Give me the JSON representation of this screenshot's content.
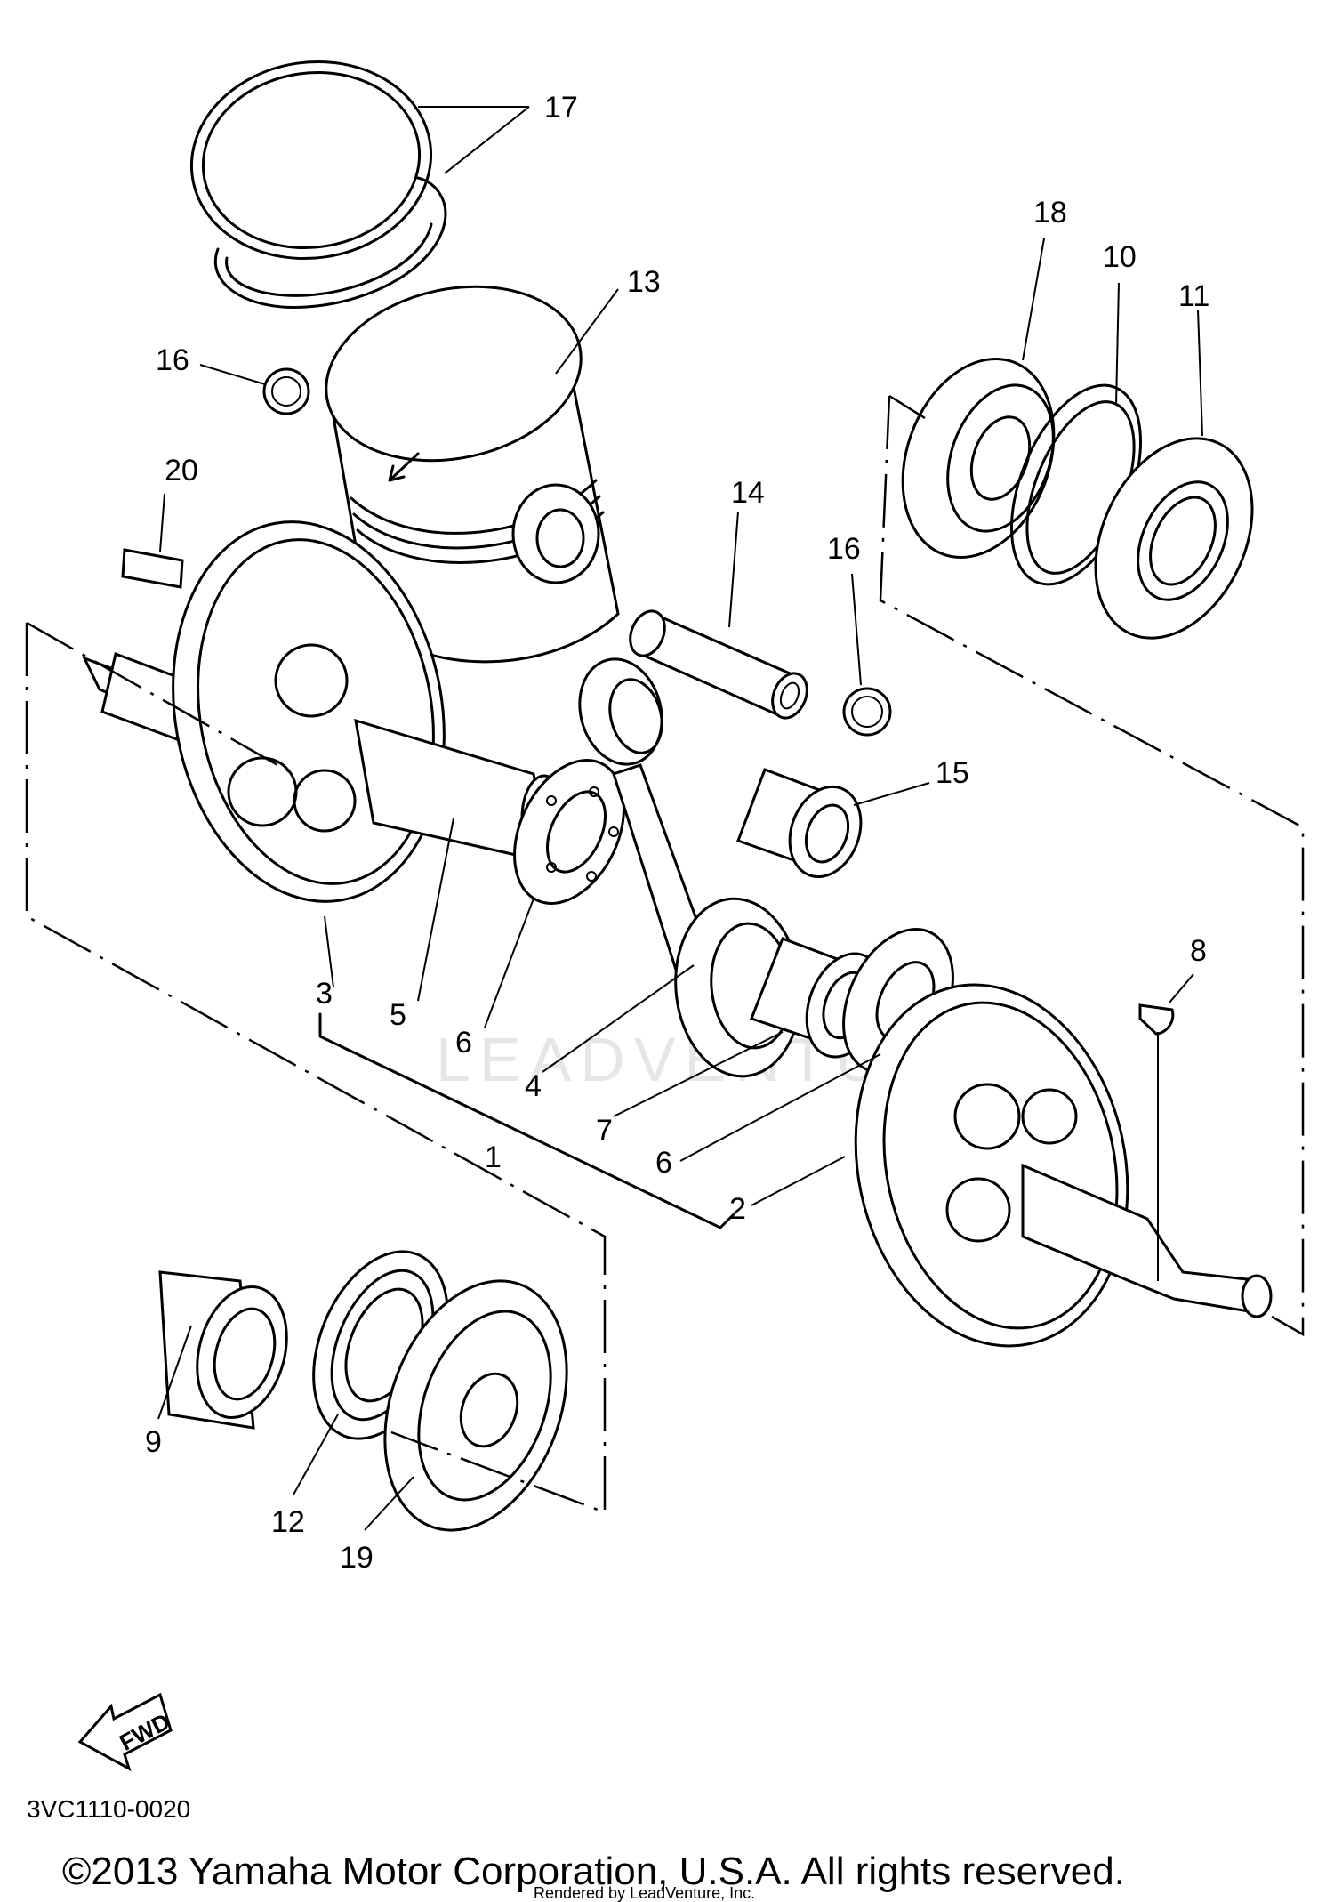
{
  "diagram": {
    "callouts": {
      "c1": "1",
      "c2": "2",
      "c3": "3",
      "c4": "4",
      "c5": "5",
      "c6a": "6",
      "c6b": "6",
      "c7": "7",
      "c8": "8",
      "c9": "9",
      "c10": "10",
      "c11": "11",
      "c12": "12",
      "c13": "13",
      "c14": "14",
      "c15": "15",
      "c16a": "16",
      "c16b": "16",
      "c17": "17",
      "c18": "18",
      "c19": "19",
      "c20": "20"
    },
    "fwd_label": "FWD",
    "ref_code": "3VC1110-0020",
    "watermark": "LEADVENTURE",
    "copyright": "©2013 Yamaha Motor Corporation, U.S.A. All rights reserved.",
    "rendered_by": "Rendered by LeadVenture, Inc."
  }
}
